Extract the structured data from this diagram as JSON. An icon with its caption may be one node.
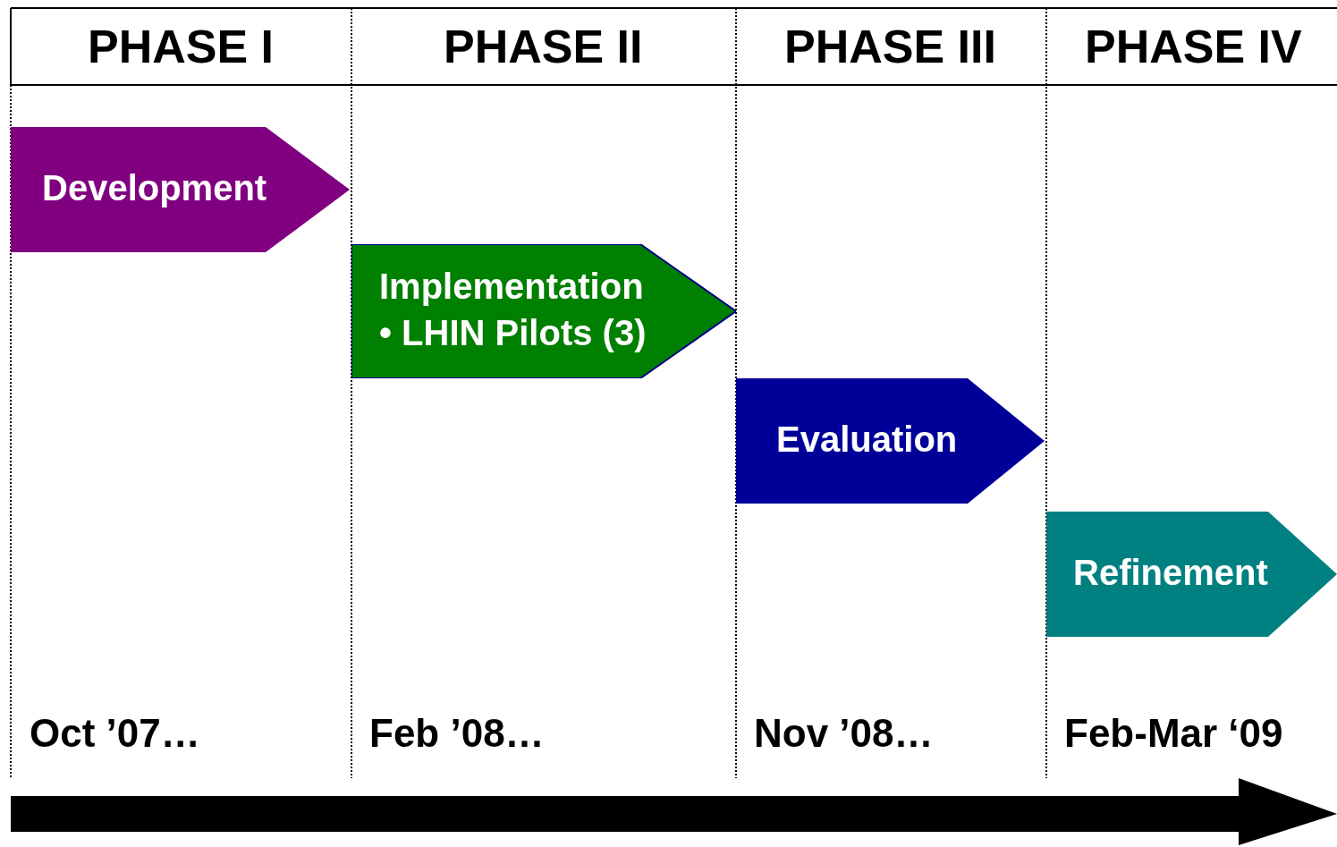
{
  "diagram": {
    "nodes": [
      {
        "text": [
          "Development"
        ]
      },
      {
        "text": [
          "Implementation",
          "• LHIN Pilots (3)"
        ]
      },
      {
        "text": [
          "Evaluation"
        ]
      },
      {
        "text": [
          "Refinement"
        ]
      }
    ],
    "labels": [
      "PHASE I",
      "PHASE II",
      "PHASE III",
      "PHASE IV",
      "Oct ’07…",
      "Feb ’08…",
      "Nov ’08…",
      "Feb-Mar ‘09"
    ]
  }
}
